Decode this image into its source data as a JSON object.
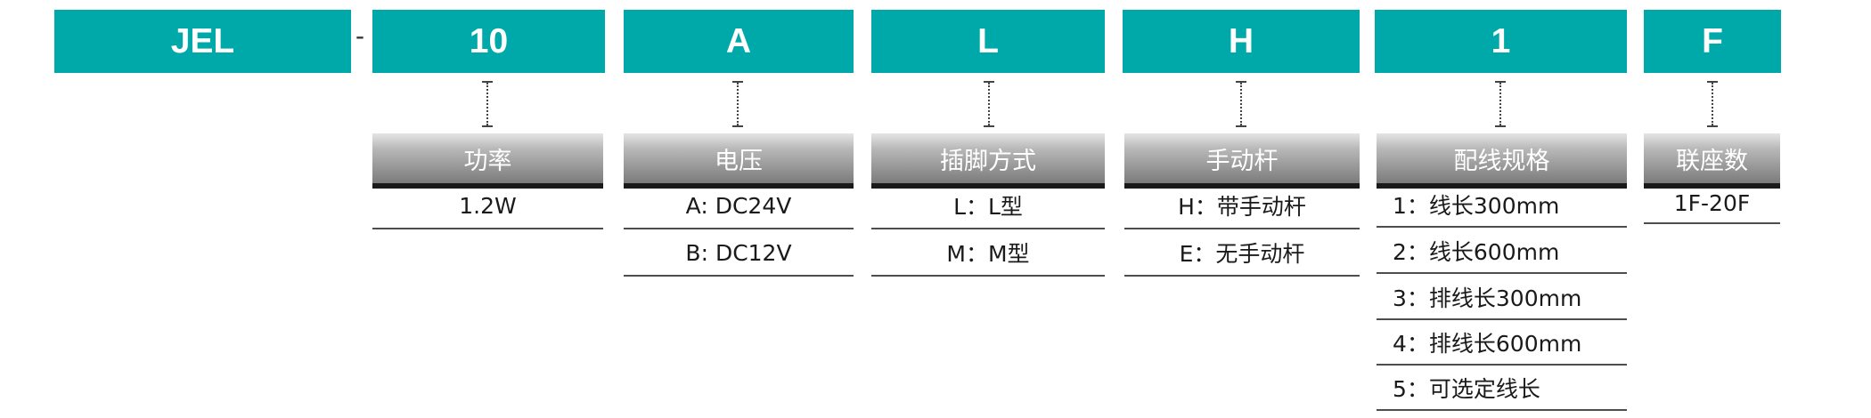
{
  "codes": {
    "series": "JEL",
    "separator": "-",
    "power": "10",
    "voltage": "A",
    "plug": "L",
    "lever": "H",
    "wiring": "1",
    "gang": "F"
  },
  "columns": {
    "power": {
      "header": "功率",
      "options": [
        "1.2W"
      ]
    },
    "voltage": {
      "header": "电压",
      "options": [
        "A: DC24V",
        "B: DC12V"
      ]
    },
    "plug": {
      "header": "插脚方式",
      "options": [
        "L：L型",
        "M：M型"
      ]
    },
    "lever": {
      "header": "手动杆",
      "options": [
        "H：带手动杆",
        "E：无手动杆"
      ]
    },
    "wiring": {
      "header": "配线规格",
      "options": [
        "1：线长300mm",
        "2：线长600mm",
        "3：排线长300mm",
        "4：排线长600mm",
        "5：可选定线长"
      ]
    },
    "gang": {
      "header": "联座数",
      "options": [
        "1F-20F"
      ]
    }
  },
  "colors": {
    "code_box": "#00a9a9",
    "header_gradient_dark": "#7b7b7b",
    "divider": "#4d4d4d"
  }
}
